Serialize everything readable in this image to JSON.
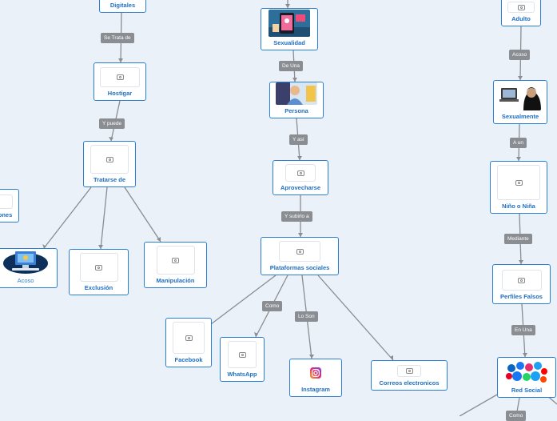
{
  "nodes": {
    "digitales": "Digitales",
    "hostigar": "Hostigar",
    "tratarse": "Tratarse de",
    "ones": "ones",
    "acoso_left": "Acoso",
    "exclusion": "Exclusión",
    "manipulacion": "Manipulación",
    "sexualidad": "Sexualidad",
    "persona": "Persona",
    "aprovecharse": "Aprovecharse",
    "plataformas": "Plataformas sociales",
    "facebook": "Facebook",
    "whatsapp": "WhatsApp",
    "instagram": "Instagram",
    "correos": "Correos electronicos",
    "adulto": "Adulto",
    "sexualmente": "Sexualmente",
    "nino": "Niño o Niña",
    "perfiles": "Perfiles Falsos",
    "red_social": "Red Social"
  },
  "links": {
    "se_trata": "Se Trata de",
    "y_puede": "Y puede",
    "de_una": "De Una",
    "y_asi": "Y así",
    "y_subirlo": "Y subirlo a",
    "como": "Como",
    "lo_son": "Lo Son",
    "acoso": "Acoso",
    "a_un": "A un",
    "mediante": "Mediante",
    "en_una": "En Una",
    "como_bottom": "Como"
  },
  "colors": {
    "accent": "#2a7fd4",
    "chip": "#8a8d91",
    "line": "#8a8d91",
    "background": "#eaf1f8"
  }
}
